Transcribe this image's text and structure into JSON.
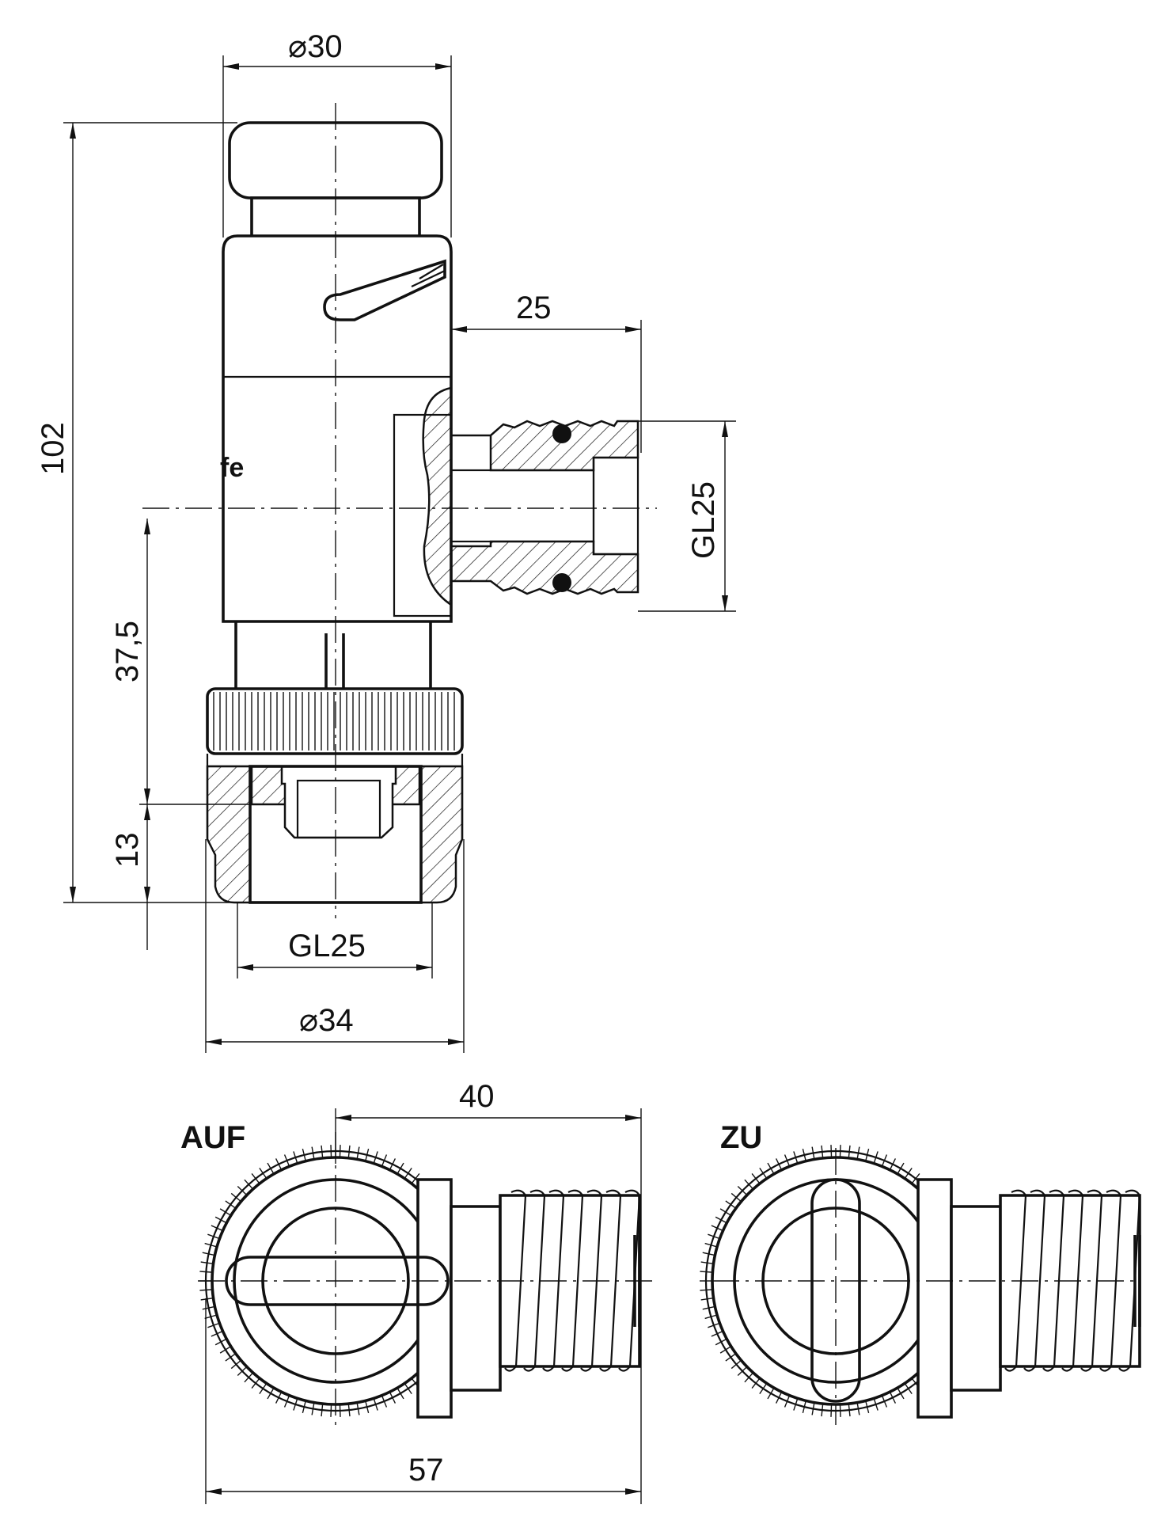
{
  "drawing": {
    "labels": {
      "top_diameter": "30",
      "side_offset": "25",
      "total_height": "102",
      "side_thread": "GL25",
      "lower_height": "37,5",
      "bottom_height": "13",
      "bottom_thread": "GL25",
      "bottom_diameter": "34",
      "view_width": "40",
      "overall_width": "57",
      "open_view": "AUF",
      "closed_view": "ZU"
    },
    "diameter_symbol": "⌀"
  }
}
